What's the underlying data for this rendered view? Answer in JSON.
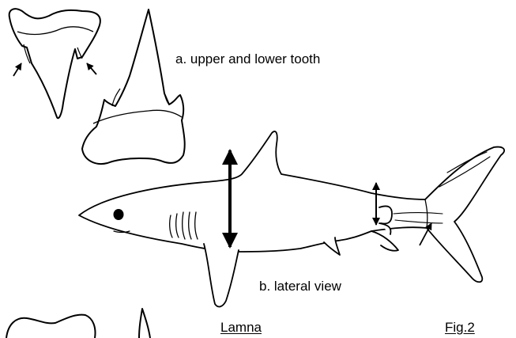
{
  "captions": {
    "teeth": "a. upper and lower tooth",
    "lateral": "b. lateral view",
    "genus": "Lamna",
    "figure": "Fig.2"
  }
}
